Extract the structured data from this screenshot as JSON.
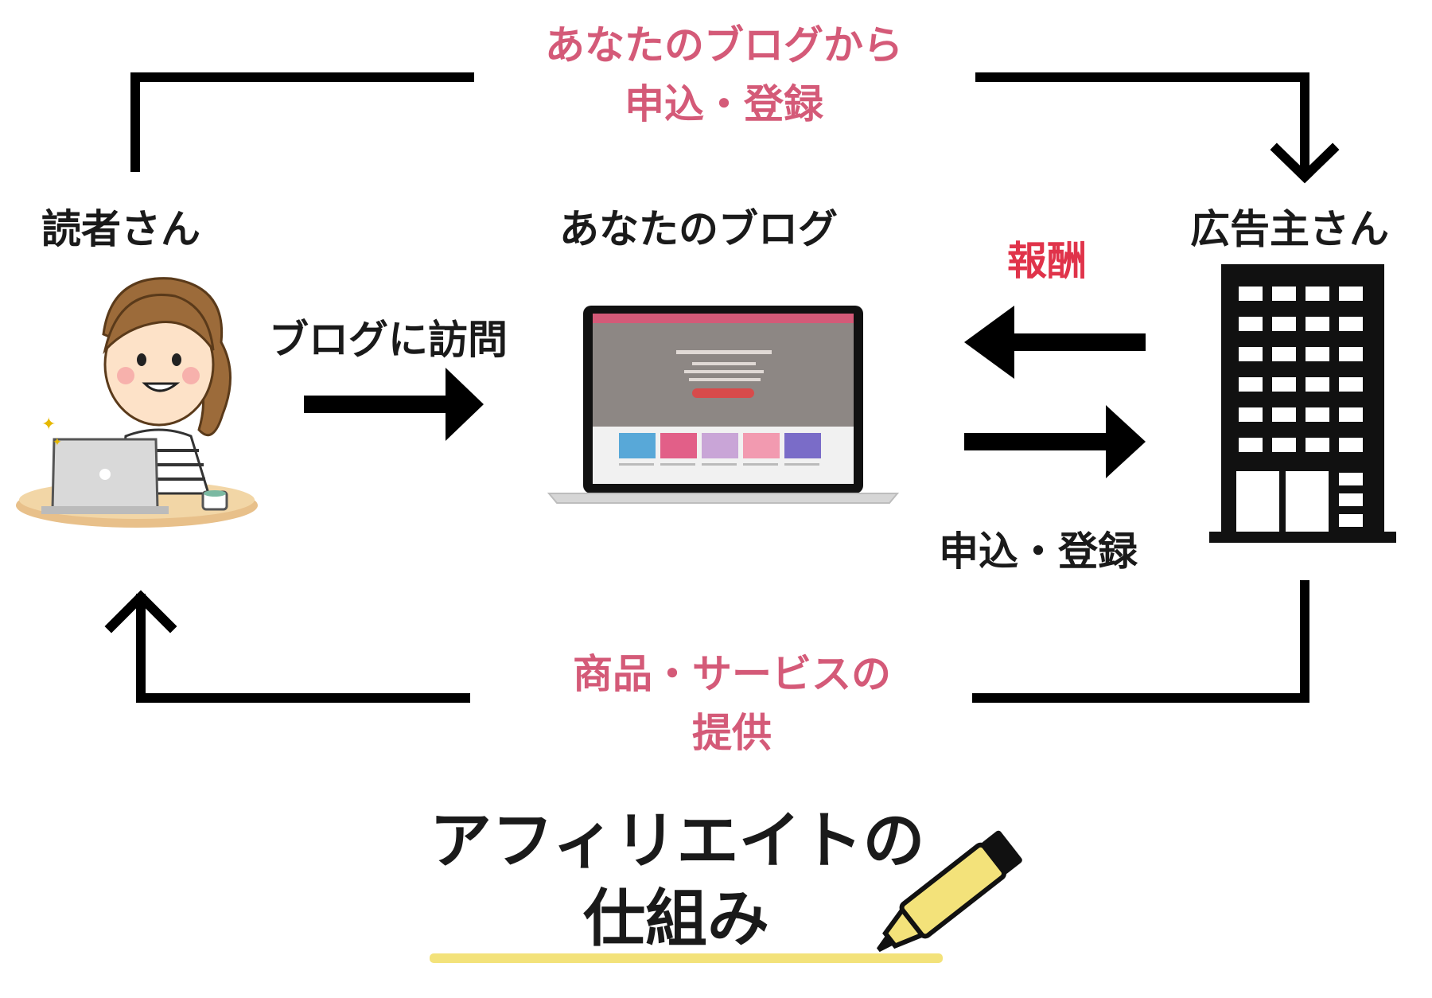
{
  "nodes": {
    "reader": "読者さん",
    "blog": "あなたのブログ",
    "advertiser": "広告主さん"
  },
  "edges": {
    "top_line1": "あなたのブログから",
    "top_line2": "申込・登録",
    "visit": "ブログに訪問",
    "reward": "報酬",
    "apply": "申込・登録",
    "bottom_line1": "商品・サービスの",
    "bottom_line2": "提供"
  },
  "title": {
    "line1": "アフィリエイトの",
    "line2": "仕組み"
  },
  "colors": {
    "accent_pink": "#d45a78",
    "reward_red": "#e0334a",
    "highlight_yellow": "#f3e27a",
    "line": "#000000"
  }
}
